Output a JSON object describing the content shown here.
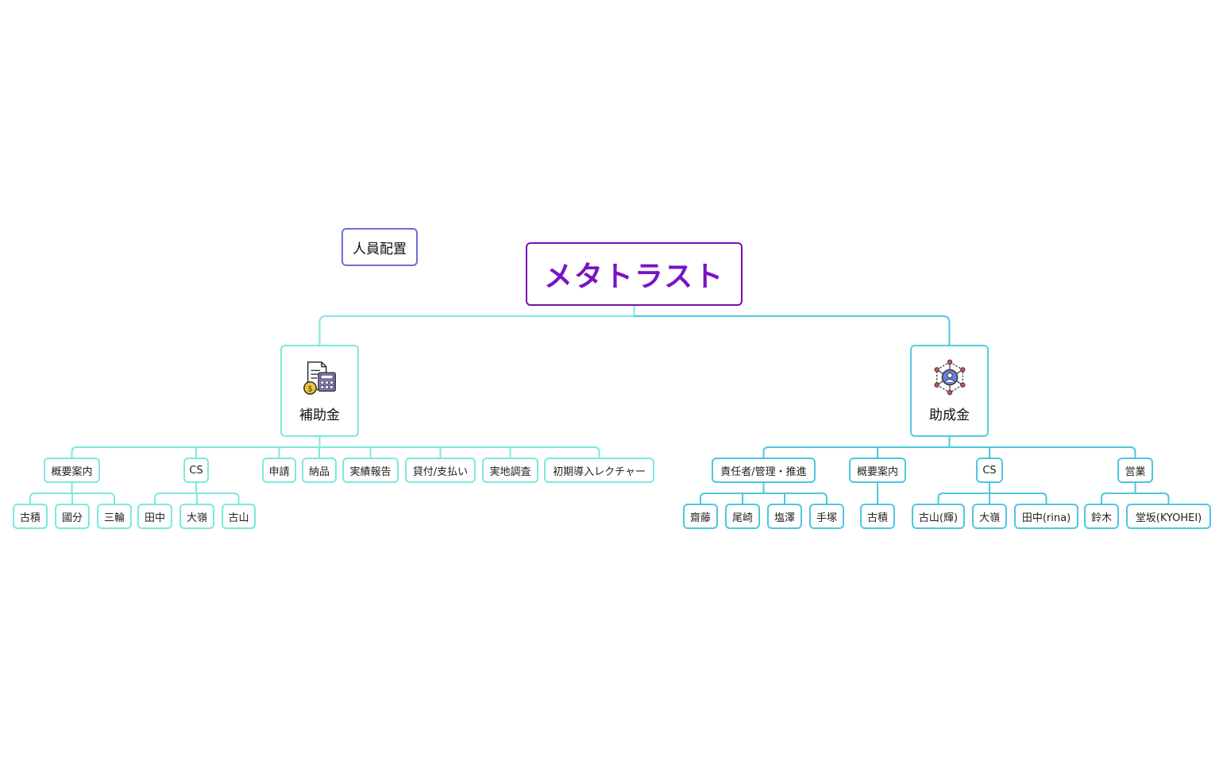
{
  "root": {
    "label": "メタトラスト"
  },
  "floating": {
    "label": "人員配置"
  },
  "colors": {
    "root_border": "#7a0fb0",
    "root_text": "#7a12c4",
    "left_branch": "#7de8dc",
    "right_branch": "#4fc6de",
    "floating_border": "#6b6fd8"
  },
  "branches": [
    {
      "label": "補助金",
      "icon": "document-calculator-coin-icon",
      "children": [
        {
          "label": "概要案内",
          "children": [
            {
              "label": "古積"
            },
            {
              "label": "國分"
            },
            {
              "label": "三輪"
            }
          ]
        },
        {
          "label": "CS",
          "children": [
            {
              "label": "田中"
            },
            {
              "label": "大嶺"
            },
            {
              "label": "古山"
            }
          ]
        },
        {
          "label": "申請",
          "children": []
        },
        {
          "label": "納品",
          "children": []
        },
        {
          "label": "実績報告",
          "children": []
        },
        {
          "label": "貸付/支払い",
          "children": []
        },
        {
          "label": "実地調査",
          "children": []
        },
        {
          "label": "初期導入レクチャー",
          "children": []
        }
      ]
    },
    {
      "label": "助成金",
      "icon": "person-network-icon",
      "children": [
        {
          "label": "責任者/管理・推進",
          "children": [
            {
              "label": "齋藤"
            },
            {
              "label": "尾崎"
            },
            {
              "label": "塩澤"
            },
            {
              "label": "手塚"
            }
          ]
        },
        {
          "label": "概要案内",
          "children": [
            {
              "label": "古積"
            }
          ]
        },
        {
          "label": "CS",
          "children": [
            {
              "label": "古山(輝)"
            },
            {
              "label": "大嶺"
            },
            {
              "label": "田中(rina)"
            }
          ]
        },
        {
          "label": "営業",
          "children": [
            {
              "label": "鈴木"
            },
            {
              "label": "堂坂(KYOHEI)"
            }
          ]
        }
      ]
    }
  ]
}
